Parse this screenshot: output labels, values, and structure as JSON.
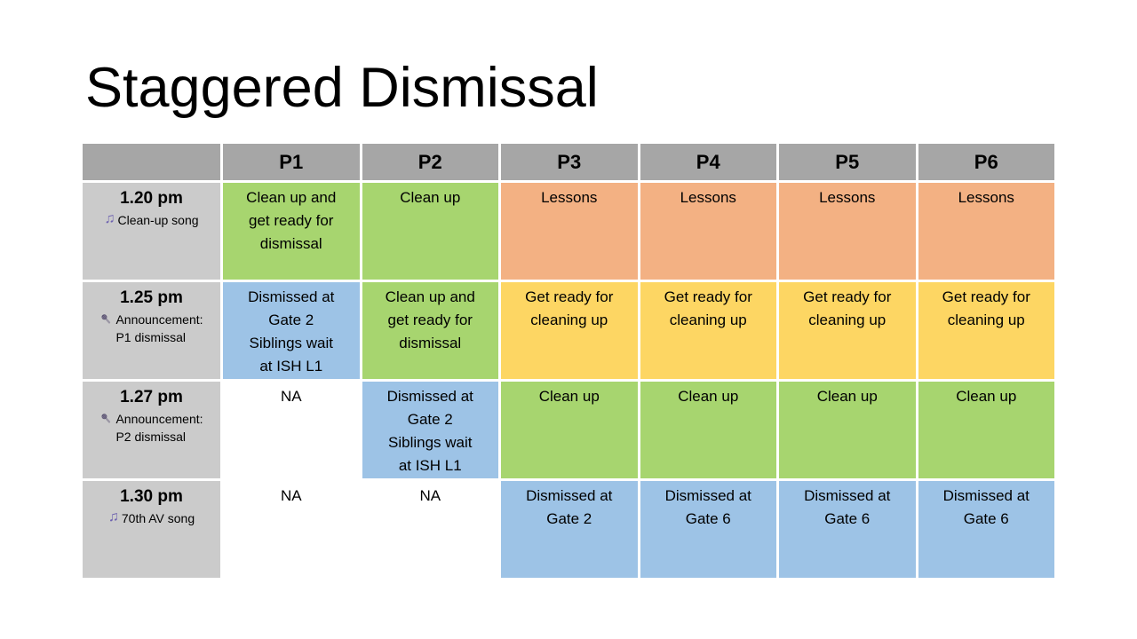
{
  "slide": {
    "title": "Staggered Dismissal"
  },
  "colors": {
    "page_bg": "#FFFFFF",
    "header_bg": "#A6A6A6",
    "label_bg": "#CBCBCB",
    "green": "#A7D56F",
    "orange": "#F3B183",
    "yellow": "#FDD663",
    "blue": "#9DC3E6",
    "music_icon": "#6E62B0",
    "mic_head": "#5A5370",
    "mic_handle": "#9A96A4",
    "text": "#000000"
  },
  "glyphs": {
    "music_notes": "♫"
  },
  "table": {
    "columns": [
      "P1",
      "P2",
      "P3",
      "P4",
      "P5",
      "P6"
    ],
    "rows": [
      {
        "time": "1.20 pm",
        "icon": "music-notes",
        "note": "Clean-up song",
        "cells": [
          {
            "text": "Clean up and\nget ready for\ndismissal",
            "color": "green"
          },
          {
            "text": "Clean up",
            "color": "green"
          },
          {
            "text": "Lessons",
            "color": "orange"
          },
          {
            "text": "Lessons",
            "color": "orange"
          },
          {
            "text": "Lessons",
            "color": "orange"
          },
          {
            "text": "Lessons",
            "color": "orange"
          }
        ]
      },
      {
        "time": "1.25 pm",
        "icon": "microphone",
        "note": "Announcement:\nP1 dismissal",
        "cells": [
          {
            "text": "Dismissed at\nGate 2\nSiblings wait\nat ISH L1",
            "color": "blue"
          },
          {
            "text": "Clean up and\nget ready for\ndismissal",
            "color": "green"
          },
          {
            "text": "Get ready for\ncleaning up",
            "color": "yellow"
          },
          {
            "text": "Get ready for\ncleaning up",
            "color": "yellow"
          },
          {
            "text": "Get ready for\ncleaning up",
            "color": "yellow"
          },
          {
            "text": "Get ready for\ncleaning up",
            "color": "yellow"
          }
        ]
      },
      {
        "time": "1.27 pm",
        "icon": "microphone",
        "note": "Announcement:\nP2 dismissal",
        "cells": [
          {
            "text": "NA",
            "color": "none"
          },
          {
            "text": "Dismissed at\nGate 2\nSiblings wait\nat ISH L1",
            "color": "blue"
          },
          {
            "text": "Clean up",
            "color": "green"
          },
          {
            "text": "Clean up",
            "color": "green"
          },
          {
            "text": "Clean up",
            "color": "green"
          },
          {
            "text": "Clean up",
            "color": "green"
          }
        ]
      },
      {
        "time": "1.30 pm",
        "icon": "music-notes",
        "note": "70th AV song",
        "cells": [
          {
            "text": "NA",
            "color": "none"
          },
          {
            "text": "NA",
            "color": "none"
          },
          {
            "text": "Dismissed at\nGate 2",
            "color": "blue"
          },
          {
            "text": "Dismissed at\nGate 6",
            "color": "blue"
          },
          {
            "text": "Dismissed at\nGate 6",
            "color": "blue"
          },
          {
            "text": "Dismissed at\nGate 6",
            "color": "blue"
          }
        ]
      }
    ]
  }
}
